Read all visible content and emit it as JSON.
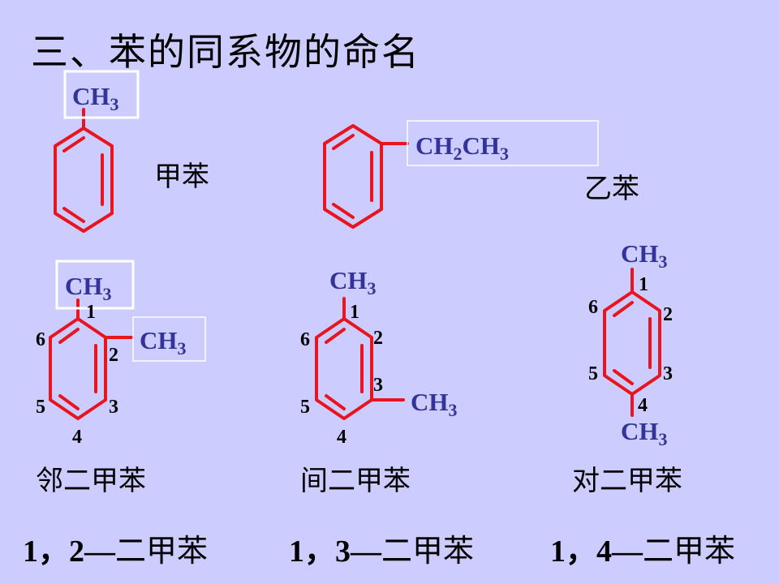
{
  "title": "三、苯的同系物的命名",
  "groups": {
    "ch3": [
      "CH",
      "3"
    ],
    "ethyl": [
      "CH",
      "2",
      "CH",
      "3"
    ]
  },
  "names": {
    "toluene": "甲苯",
    "ethylbenzene": "乙苯",
    "ortho": "邻二甲苯",
    "meta": "间二甲苯",
    "para": "对二甲苯"
  },
  "formulas": {
    "ortho": {
      "locants": "1，2—",
      "name": "二甲苯"
    },
    "meta": {
      "locants": "1，3—",
      "name": "二甲苯"
    },
    "para": {
      "locants": "1，4—",
      "name": "二甲苯"
    }
  },
  "numbers": [
    "1",
    "2",
    "3",
    "4",
    "5",
    "6"
  ],
  "colors": {
    "bond": "#e8141e",
    "group": "#333399",
    "background": "#ccccff",
    "box_border": "#ffffff"
  }
}
